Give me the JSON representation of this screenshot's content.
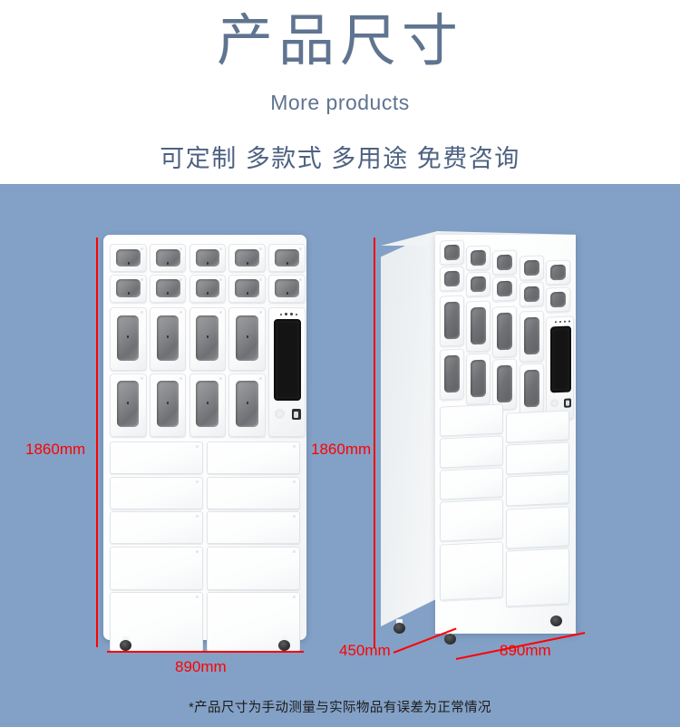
{
  "header": {
    "title": "产品尺寸",
    "subtitle": "More products",
    "tagline": "可定制 多款式 多用途 免费咨询",
    "title_color": "#5f7490",
    "subtitle_color": "#5f7490",
    "tagline_color": "#4e6281"
  },
  "stage": {
    "background_color": "#83a1c6",
    "footnote": "*产品尺寸为手动测量与实际物品有误差为正常情况"
  },
  "dimensions": {
    "accent_color": "#ff0000",
    "left_height": "1860mm",
    "left_width": "890mm",
    "right_height": "1860mm",
    "right_width": "890mm",
    "right_depth": "450mm"
  },
  "products": [
    {
      "name": "front-view-locker",
      "view": "front-elevation",
      "height_label": "1860mm",
      "width_label": "890mm",
      "cell_rows": [
        {
          "type": "small-wide",
          "count": 5
        },
        {
          "type": "small-wide",
          "count": 5
        },
        {
          "type": "tall",
          "count": 4,
          "has_screen": true
        },
        {
          "type": "tall",
          "count": 4
        }
      ],
      "door_rows": 5,
      "doors_per_row": 2,
      "caster_count": 2
    },
    {
      "name": "perspective-view-locker",
      "view": "three-quarter-perspective",
      "height_label": "1860mm",
      "width_label": "890mm",
      "depth_label": "450mm",
      "cell_rows": [
        {
          "type": "small-wide",
          "count": 5
        },
        {
          "type": "small-wide",
          "count": 5
        },
        {
          "type": "tall",
          "count": 4,
          "has_screen": true
        },
        {
          "type": "tall",
          "count": 4
        }
      ],
      "door_rows": 5,
      "doors_per_row": 2,
      "caster_count": 3
    }
  ],
  "terminal": {
    "indicator_dots": 4,
    "screen_color": "#141414",
    "speaker_label": "speaker-grille",
    "scanner_label": "card-reader"
  }
}
